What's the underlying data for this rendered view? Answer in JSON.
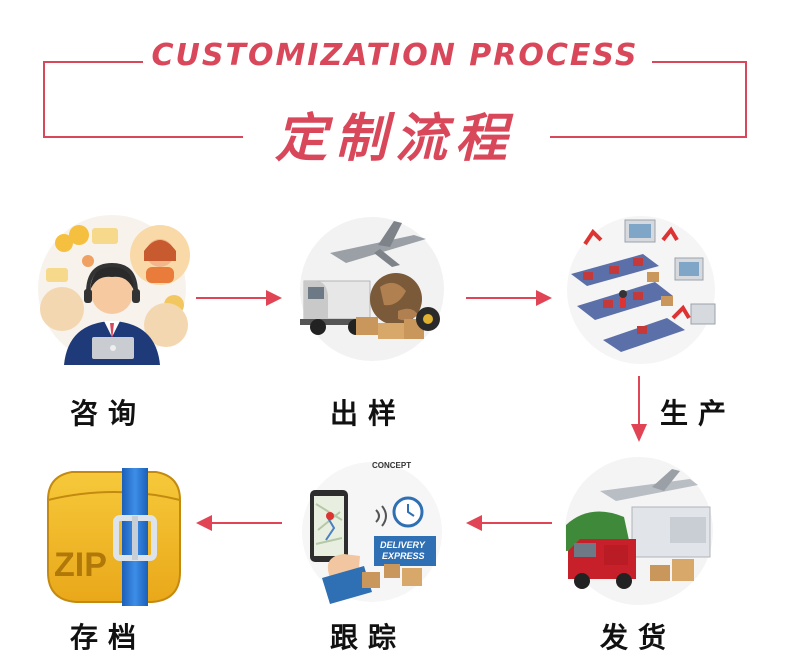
{
  "header": {
    "title_en": "CUSTOMIZATION PROCESS",
    "title_cn": "定制流程"
  },
  "colors": {
    "accent": "#d9485a",
    "arrow": "#e04455",
    "label": "#111111"
  },
  "steps": [
    {
      "label": "咨询",
      "icon": "customer-service-icon"
    },
    {
      "label": "出样",
      "icon": "sample-shipping-icon"
    },
    {
      "label": "生产",
      "icon": "factory-production-icon"
    },
    {
      "label": "发货",
      "icon": "delivery-truck-icon"
    },
    {
      "label": "跟踪",
      "icon": "tracking-phone-icon"
    },
    {
      "label": "存档",
      "icon": "zip-archive-icon"
    }
  ],
  "illustration_text": {
    "tracking_top": "CONCEPT",
    "tracking_box_1": "DELIVERY",
    "tracking_box_2": "EXPRESS",
    "archive": "ZIP"
  }
}
